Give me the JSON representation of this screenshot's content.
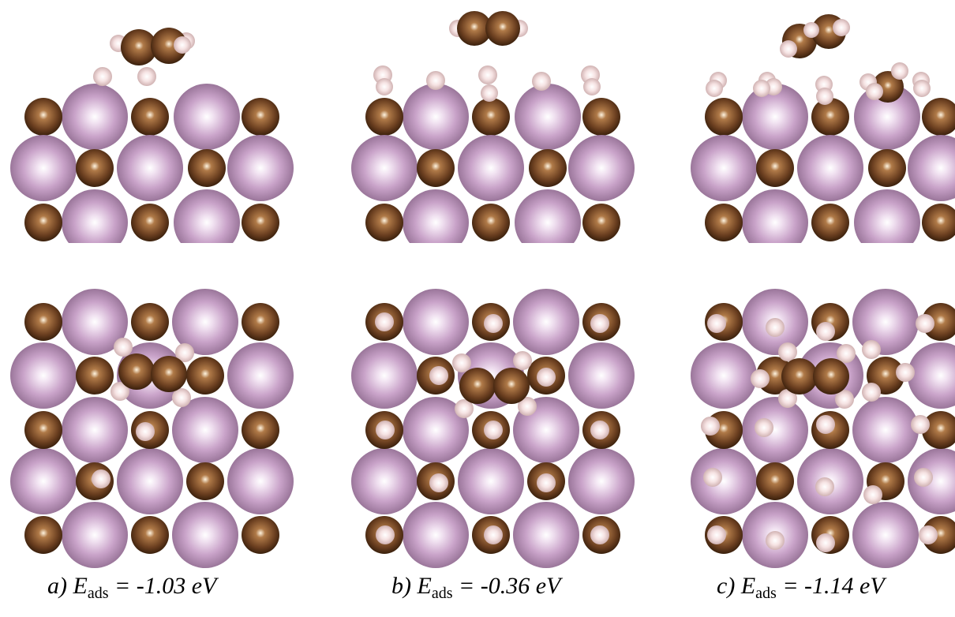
{
  "panels": [
    {
      "id": "a",
      "letter": "a)",
      "symbol": "E",
      "subscript": "ads",
      "value_text": "= -1.03 eV"
    },
    {
      "id": "b",
      "letter": "b)",
      "symbol": "E",
      "subscript": "ads",
      "value_text": "= -0.36 eV"
    },
    {
      "id": "c",
      "letter": "c)",
      "symbol": "E",
      "subscript": "ads",
      "value_text": "= -1.14 eV"
    }
  ],
  "colors": {
    "metal_atom": "#c8a2c8",
    "carbon_atom": "#7a4a2a",
    "hydrogen_atom": "#f2d6d6",
    "background": "#ffffff"
  }
}
